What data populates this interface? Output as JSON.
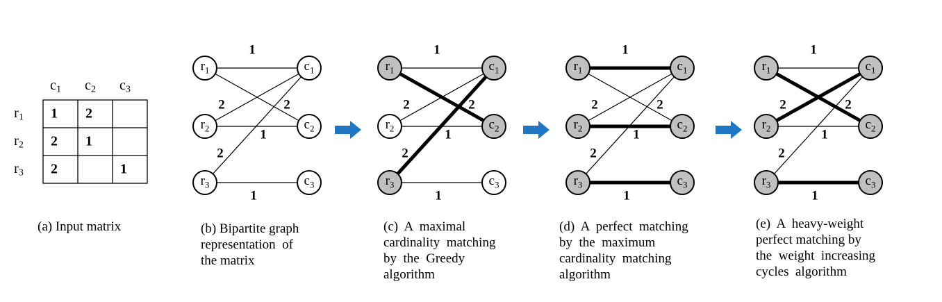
{
  "colors": {
    "matched_node_fill": "#c0c0c0",
    "unmatched_node_fill": "#ffffff",
    "edge": "#000000",
    "arrow": "#1f77c4"
  },
  "matrix": {
    "col_headers": [
      "c1",
      "c2",
      "c3"
    ],
    "row_headers": [
      "r1",
      "r2",
      "r3"
    ],
    "cells": [
      [
        "1",
        "2",
        ""
      ],
      [
        "2",
        "1",
        ""
      ],
      [
        "2",
        "",
        "1"
      ]
    ]
  },
  "graph": {
    "row_nodes": [
      "r1",
      "r2",
      "r3"
    ],
    "col_nodes": [
      "c1",
      "c2",
      "c3"
    ],
    "edges": [
      {
        "r": 0,
        "c": 0,
        "w": "1"
      },
      {
        "r": 0,
        "c": 1,
        "w": "2"
      },
      {
        "r": 1,
        "c": 0,
        "w": "2"
      },
      {
        "r": 1,
        "c": 1,
        "w": "1"
      },
      {
        "r": 2,
        "c": 0,
        "w": "2"
      },
      {
        "r": 2,
        "c": 2,
        "w": "1"
      }
    ]
  },
  "panels": [
    {
      "id": "a",
      "caption": [
        "(a) Input matrix"
      ]
    },
    {
      "id": "b",
      "caption": [
        "(b) Bipartite graph",
        "representation  of",
        "the matrix"
      ],
      "matched_edges": [],
      "filled_rows": [],
      "filled_cols": []
    },
    {
      "id": "c",
      "caption": [
        "(c)  A  maximal",
        "cardinality  matching",
        "by  the  Greedy",
        "algorithm"
      ],
      "matched_edges": [
        1,
        4
      ],
      "filled_rows": [
        0,
        2
      ],
      "filled_cols": [
        0,
        1
      ]
    },
    {
      "id": "d",
      "caption": [
        "(d)  A  perfect  matching",
        "by  the  maximum",
        "cardinality  matching",
        "algorithm"
      ],
      "matched_edges": [
        0,
        3,
        5
      ],
      "filled_rows": [
        0,
        1,
        2
      ],
      "filled_cols": [
        0,
        1,
        2
      ]
    },
    {
      "id": "e",
      "caption": [
        "(e)  A  heavy-weight",
        "perfect matching by",
        "the  weight  increasing",
        "cycles  algorithm"
      ],
      "matched_edges": [
        1,
        2,
        5
      ],
      "filled_rows": [
        0,
        1,
        2
      ],
      "filled_cols": [
        0,
        1,
        2
      ]
    }
  ]
}
